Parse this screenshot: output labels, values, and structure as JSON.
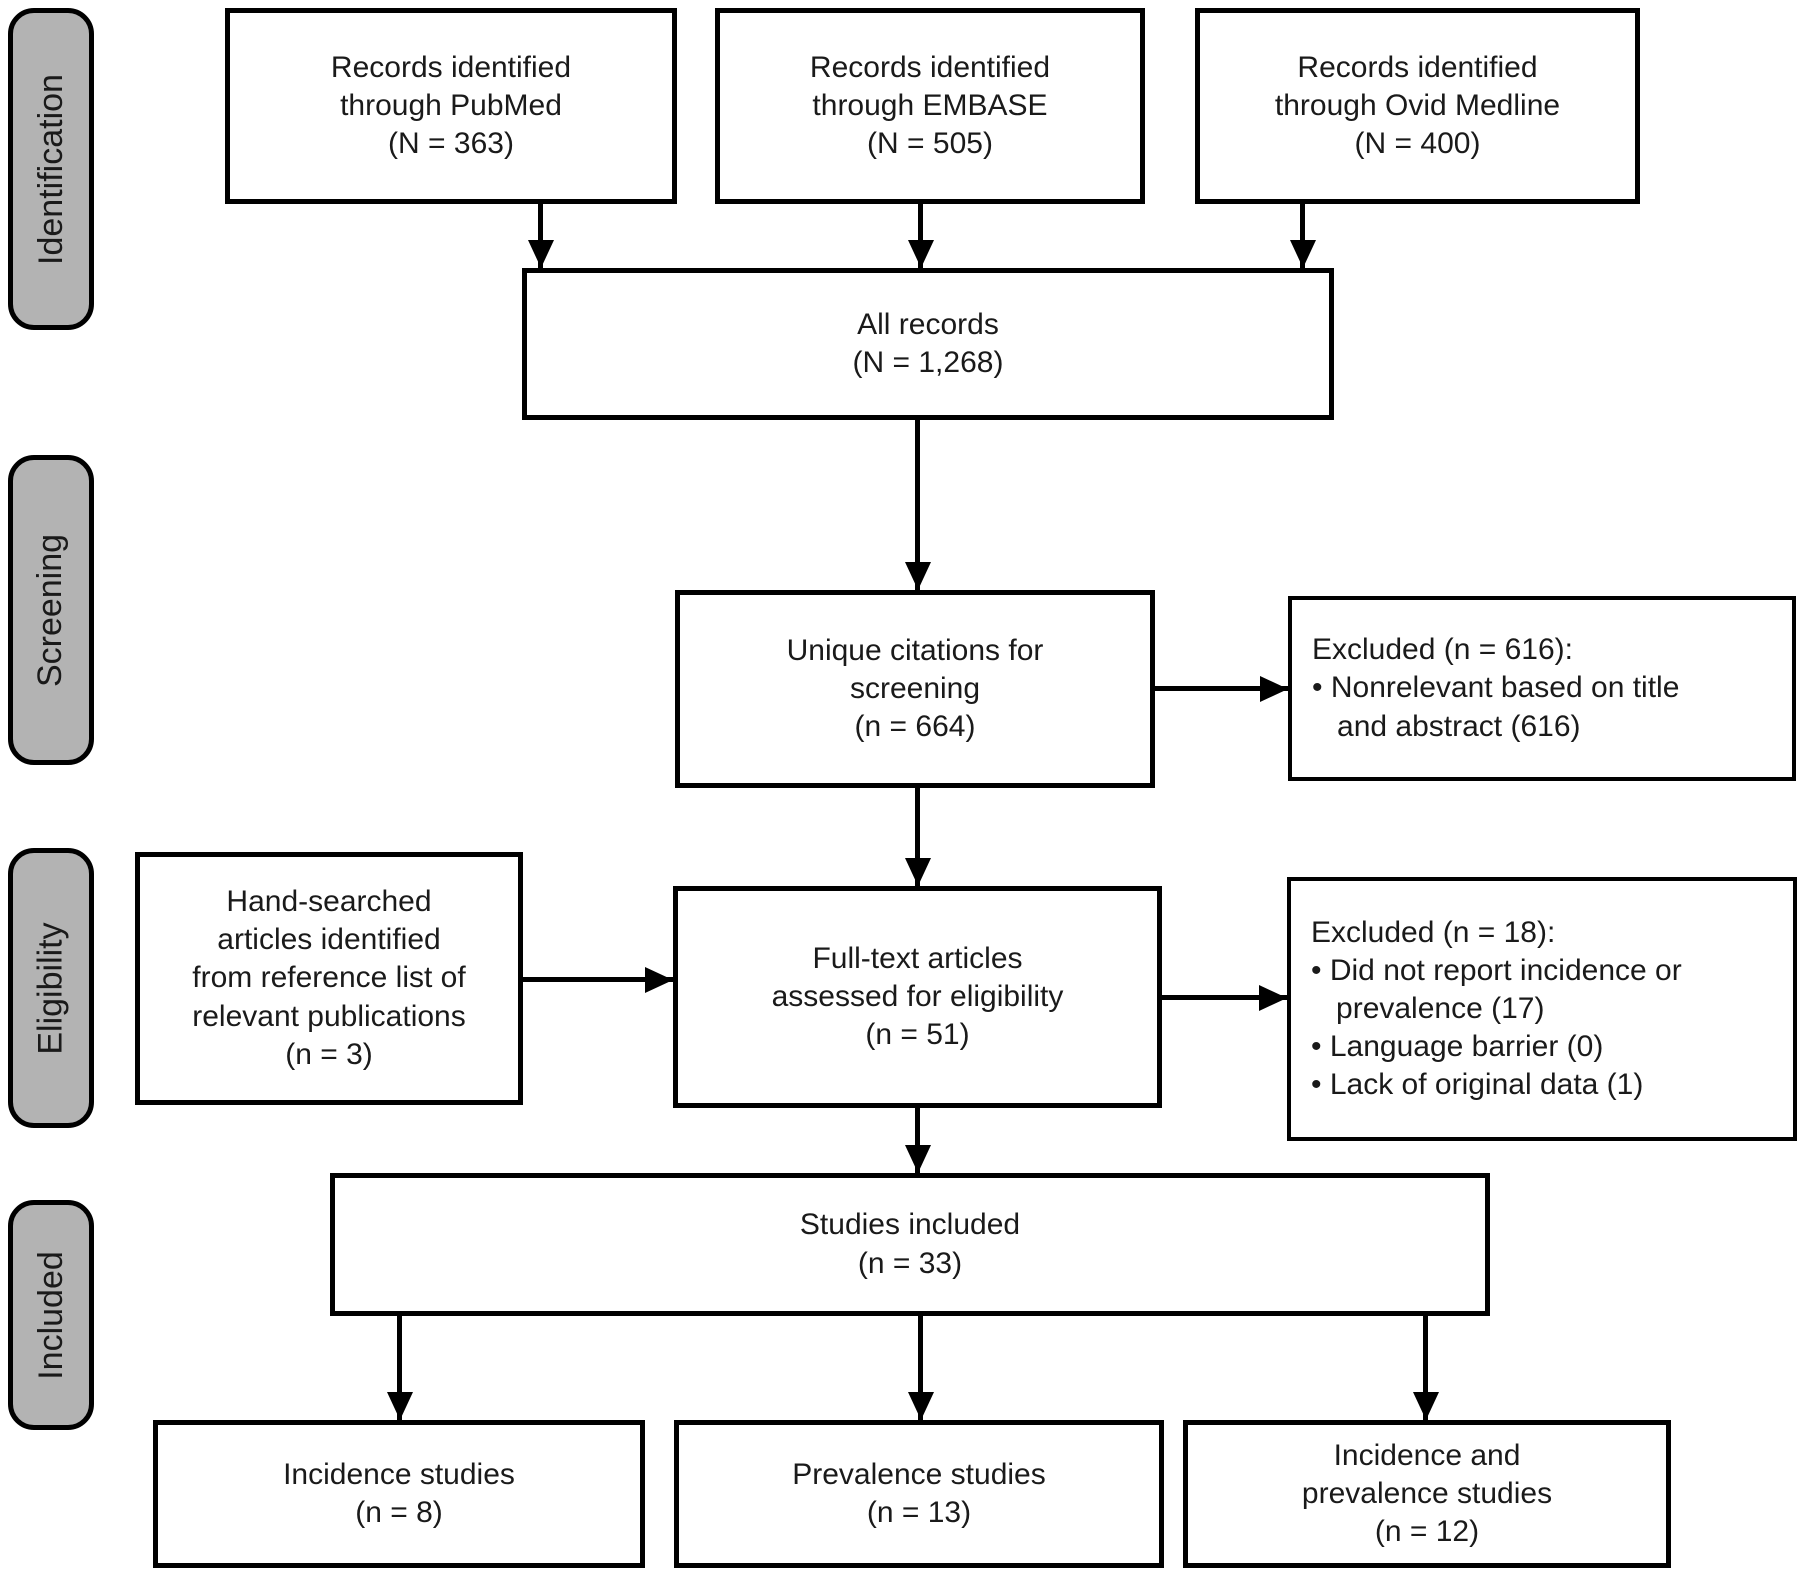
{
  "stages": [
    {
      "label": "Identification"
    },
    {
      "label": "Screening"
    },
    {
      "label": "Eligibility"
    },
    {
      "label": "Included"
    }
  ],
  "boxes": {
    "pubmed": {
      "text": "Records identified\nthrough PubMed\n(N = 363)"
    },
    "embase": {
      "text": "Records identified\nthrough EMBASE\n(N = 505)"
    },
    "ovid_medline": {
      "text": "Records identified\nthrough Ovid Medline\n(N = 400)"
    },
    "all_records": {
      "text": "All records\n(N = 1,268)"
    },
    "unique_citations": {
      "text": "Unique citations for\nscreening\n(n = 664)"
    },
    "excluded_screening": {
      "text": "Excluded (n = 616):\n• Nonrelevant based on title\n   and abstract (616)"
    },
    "hand_searched": {
      "text": "Hand-searched\narticles identified\nfrom reference list of\nrelevant publications\n(n = 3)"
    },
    "full_text": {
      "text": "Full-text articles\nassessed for eligibility\n(n = 51)"
    },
    "excluded_eligibility": {
      "text": "Excluded (n = 18):\n• Did not report incidence or\n   prevalence (17)\n• Language barrier (0)\n• Lack of original data (1)"
    },
    "studies_included": {
      "text": "Studies included\n(n = 33)"
    },
    "incidence": {
      "text": "Incidence studies\n(n = 8)"
    },
    "prevalence": {
      "text": "Prevalence studies\n(n = 13)"
    },
    "incidence_prevalence": {
      "text": "Incidence and\nprevalence studies\n(n = 12)"
    }
  },
  "colors": {
    "background": "#ffffff",
    "box_fill": "#ffffff",
    "stage_fill": "#b3b3b3",
    "line_color": "#000000",
    "text_color": "#1a1a1a"
  }
}
